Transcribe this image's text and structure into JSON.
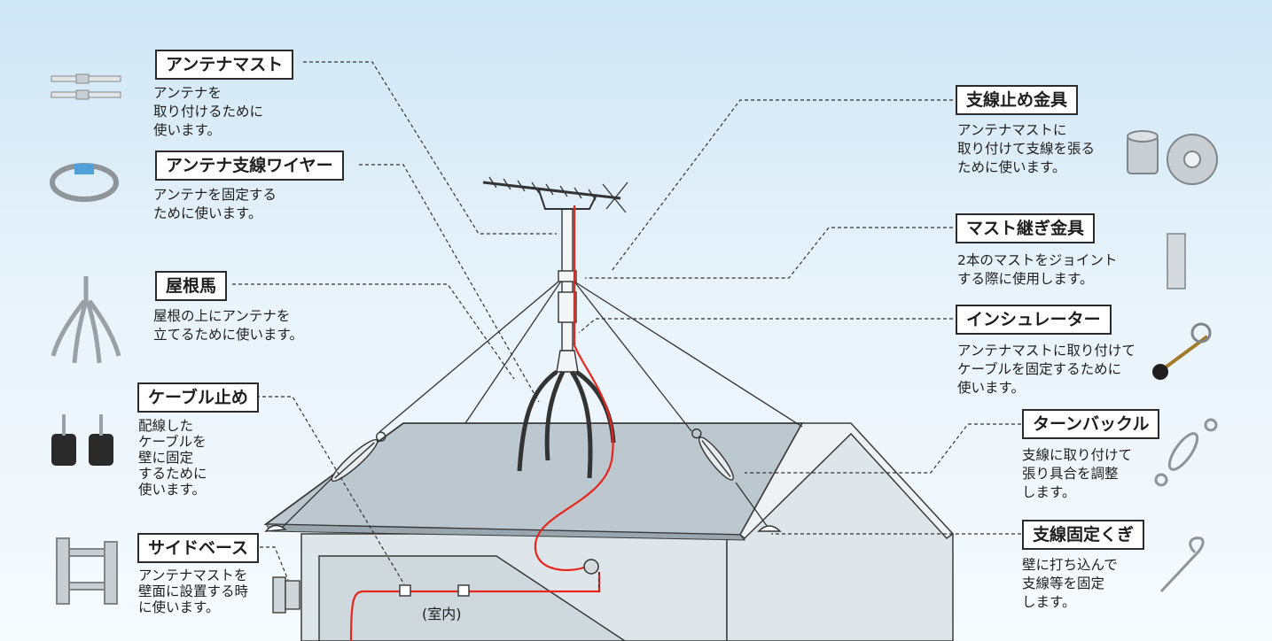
{
  "items": [
    {
      "id": "antenna-mast",
      "label": "アンテナマスト",
      "desc": [
        "アンテナを",
        "取り付けるために",
        "使います。"
      ]
    },
    {
      "id": "guy-wire",
      "label": "アンテナ支線ワイヤー",
      "desc": [
        "アンテナを固定する",
        "ために使います。"
      ]
    },
    {
      "id": "roof-mount",
      "label": "屋根馬",
      "desc": [
        "屋根の上にアンテナを",
        "立てるために使います。"
      ]
    },
    {
      "id": "cable-clip",
      "label": "ケーブル止め",
      "desc": [
        "配線した",
        "ケーブルを",
        "壁に固定",
        "するために",
        "使います。"
      ]
    },
    {
      "id": "side-base",
      "label": "サイドベース",
      "desc": [
        "アンテナマストを",
        "壁面に設置する時",
        "に使います。"
      ]
    },
    {
      "id": "guy-clamp",
      "label": "支線止め金具",
      "desc": [
        "アンテナマストに",
        "取り付けて支線を張る",
        "ために使います。"
      ]
    },
    {
      "id": "mast-joint",
      "label": "マスト継ぎ金具",
      "desc": [
        "2本のマストをジョイント",
        "する際に使用します。"
      ]
    },
    {
      "id": "insulator",
      "label": "インシュレーター",
      "desc": [
        "アンテナマストに取り付けて",
        "ケーブルを固定するために",
        "使います。"
      ]
    },
    {
      "id": "turnbuckle",
      "label": "ターンバックル",
      "desc": [
        "支線に取り付けて",
        "張り具合を調整",
        "します。"
      ]
    },
    {
      "id": "guy-anchor",
      "label": "支線固定くぎ",
      "desc": [
        "壁に打ち込んで",
        "支線等を固定",
        "します。"
      ]
    }
  ],
  "indoor_label": "(室内)",
  "colors": {
    "cable": "#e8261d",
    "roof": "#bdc8ce",
    "wall": "#dfe6ea",
    "line": "#333333"
  }
}
